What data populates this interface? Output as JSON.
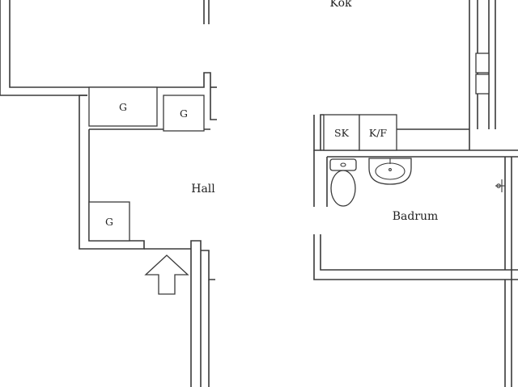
{
  "rooms": {
    "kitchen": "Kök",
    "hall": "Hall",
    "bathroom": "Badrum"
  },
  "fixtures": {
    "wardrobe_1": "G",
    "wardrobe_2": "G",
    "wardrobe_3": "G",
    "cabinet_sk": "SK",
    "fridge_freezer": "K/F"
  },
  "icons": {
    "entrance": "entrance-arrow-icon",
    "toilet": "toilet-icon",
    "sink": "washbasin-icon",
    "shower": "shower-head-icon"
  }
}
